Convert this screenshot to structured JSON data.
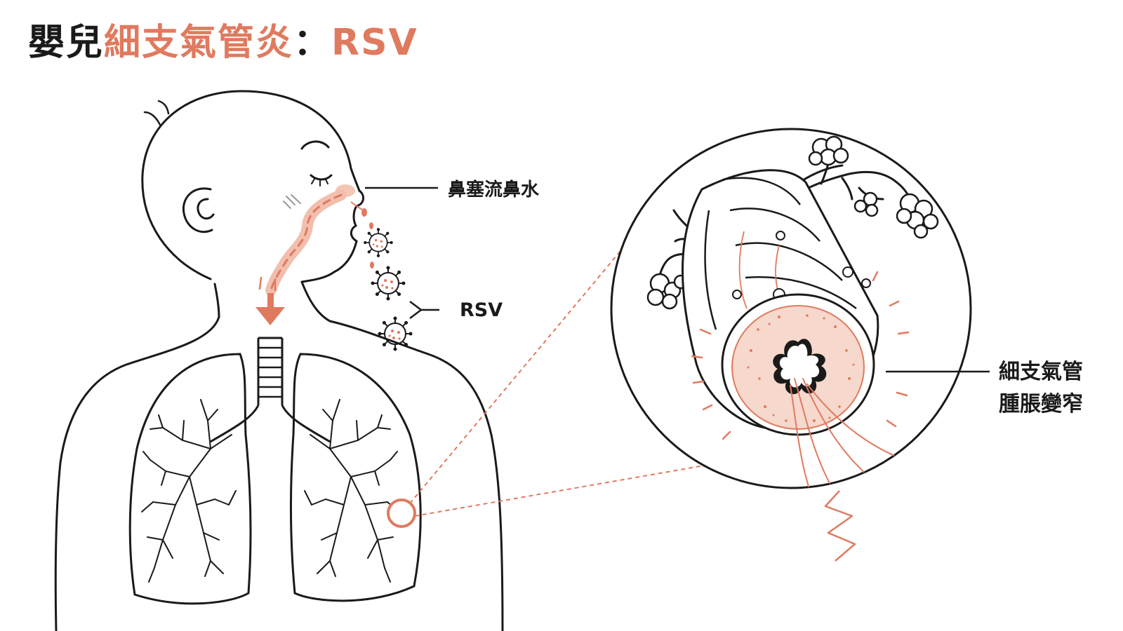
{
  "title": {
    "part1": "嬰兒",
    "part2": "細支氣管炎",
    "separator": "：",
    "part3": "RSV"
  },
  "labels": {
    "nasal": "鼻塞流鼻水",
    "virus": "RSV",
    "bronchiole_line1": "細支氣管",
    "bronchiole_line2": "腫脹變窄"
  },
  "colors": {
    "accent": "#e07a5f",
    "ink": "#1a1a1a",
    "tissue": "#f6d8cc"
  },
  "icons": [
    "virus-icon",
    "down-arrow-icon",
    "magnify-circle-icon"
  ]
}
